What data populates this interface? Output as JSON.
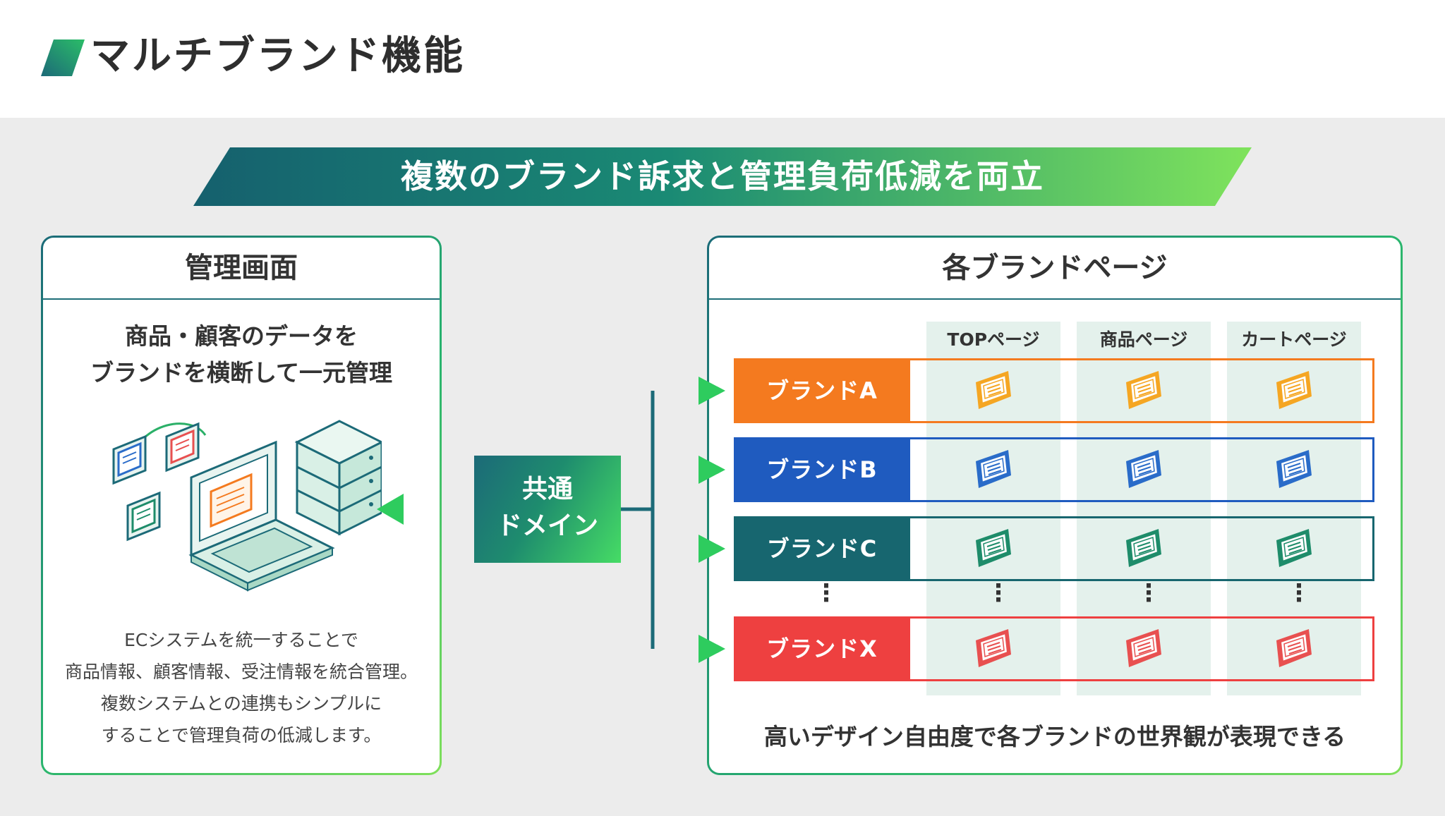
{
  "page_title": "マルチブランド機能",
  "banner": "複数のブランド訴求と管理負荷低減を両立",
  "admin_panel": {
    "title": "管理画面",
    "lead_line1": "商品・顧客のデータを",
    "lead_line2": "ブランドを横断して一元管理",
    "desc_line1": "ECシステムを統一することで",
    "desc_line2": "商品情報、顧客情報、受注情報を統合管理。",
    "desc_line3": "複数システムとの連携もシンプルに",
    "desc_line4": "することで管理負荷の低減します。"
  },
  "domain_box": {
    "line1": "共通",
    "line2": "ドメイン"
  },
  "brand_panel": {
    "title": "各ブランドページ",
    "columns": [
      "TOPページ",
      "商品ページ",
      "カートページ"
    ],
    "brands": [
      {
        "label": "ブランドA",
        "color": "#f47a1f",
        "icon_color": "#f5a623"
      },
      {
        "label": "ブランドB",
        "color": "#1f5bbf",
        "icon_color": "#2a6cc9"
      },
      {
        "label": "ブランドC",
        "color": "#17666f",
        "icon_color": "#1e8c6a"
      },
      {
        "label": "ブランドX",
        "color": "#ee4040",
        "icon_color": "#e85050"
      }
    ],
    "footer": "高いデザイン自由度で各ブランドの世界観が表現できる"
  },
  "colors": {
    "teal": "#1c6a78",
    "green": "#46dc65",
    "arrow": "#2ecc5e"
  }
}
